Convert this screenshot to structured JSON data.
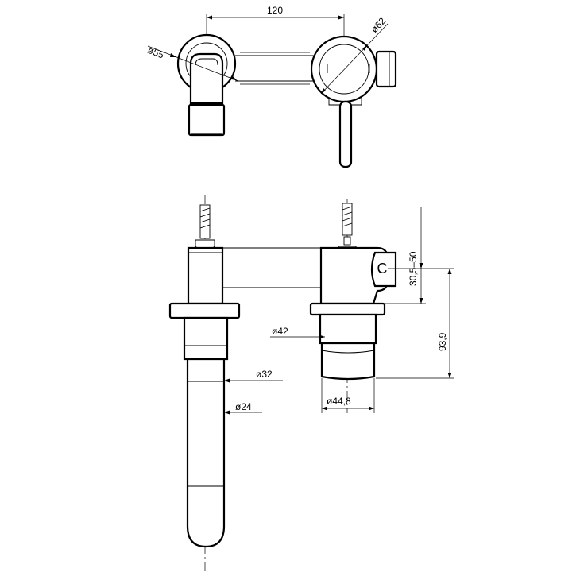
{
  "dimensions": {
    "top_width": "120",
    "spout_rose_diameter": "ø55",
    "valve_rose_diameter": "ø62",
    "flange_diameter": "ø42",
    "spout_body_diameter": "ø32",
    "spout_tip_diameter": "ø24",
    "sleeve_diameter": "ø44,8",
    "wall_adjust_range": "30,5–50",
    "valve_depth": "93,9"
  },
  "marks": {
    "cold_marker": "C"
  },
  "colors": {
    "line": "#000000",
    "background": "#ffffff"
  }
}
